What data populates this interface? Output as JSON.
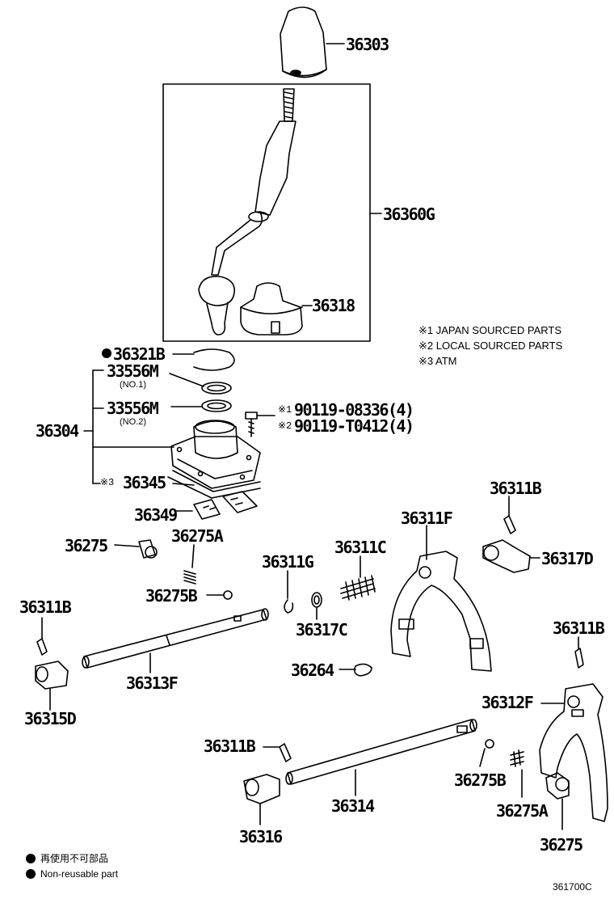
{
  "labels": {
    "p36303": "36303",
    "p36360G": "36360G",
    "p36318": "36318",
    "p36321B": "36321B",
    "p33556M_1": "33556M",
    "no1": "(NO.1)",
    "p33556M_2": "33556M",
    "no2": "(NO.2)",
    "p36304": "36304",
    "p90119_1": "90119-08336(4)",
    "p90119_2": "90119-T0412(4)",
    "p36345": "36345",
    "p36349": "36349",
    "p36275A_1": "36275A",
    "p36275_1": "36275",
    "p36275B_1": "36275B",
    "p36311G": "36311G",
    "p36311C": "36311C",
    "p36317C": "36317C",
    "p36311F": "36311F",
    "p36311B_top": "36311B",
    "p36317D": "36317D",
    "p36311B_left": "36311B",
    "p36313F": "36313F",
    "p36315D": "36315D",
    "p36264": "36264",
    "p36311B_right": "36311B",
    "p36312F": "36312F",
    "p36311B_bottom": "36311B",
    "p36314": "36314",
    "p36316": "36316",
    "p36275B_2": "36275B",
    "p36275A_2": "36275A",
    "p36275_2": "36275"
  },
  "marks": {
    "m1": "※1",
    "m2": "※2",
    "m3": "※3"
  },
  "notes": {
    "n1": "※1 JAPAN SOURCED PARTS",
    "n2": "※2 LOCAL SOURCED PARTS",
    "n3": "※3 ATM"
  },
  "legend": {
    "jp": "再使用不可部品",
    "en": "Non-reusable part"
  },
  "figure_code": "361700C"
}
